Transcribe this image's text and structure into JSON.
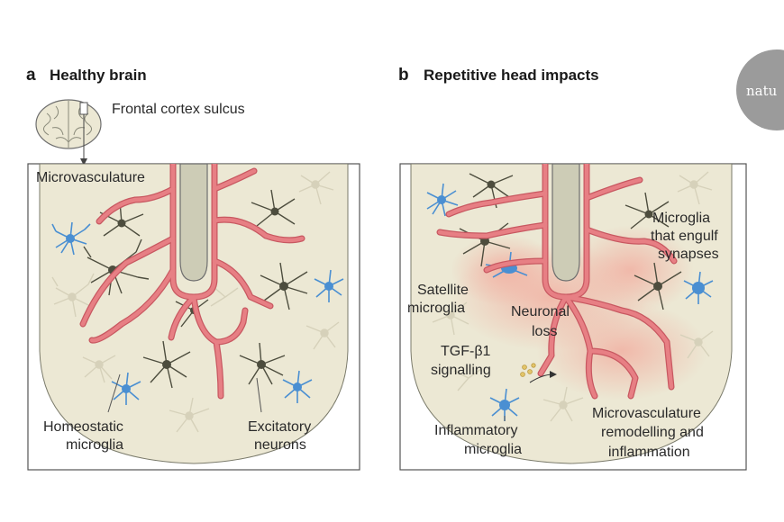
{
  "badge": {
    "text": "natu",
    "color": "#9b9b9b"
  },
  "colors": {
    "tissue": "#ece8d4",
    "tissue_edge": "#6f6f6f",
    "sulcus": "#cdccb6",
    "vessel": "#e77f84",
    "vessel_edge": "#c85861",
    "microglia_blue": "#4a8fd2",
    "neuron_dark": "#4d4d3e",
    "ghost_cell": "#d4cfb8",
    "inflammation": "#f4b3a8"
  },
  "panel_a": {
    "letter": "a",
    "title": "Healthy brain",
    "brain_label": "Frontal cortex sulcus",
    "labels": {
      "microvasculature": "Microvasculature",
      "homeostatic": [
        "Homeostatic",
        "microglia"
      ],
      "excitatory": [
        "Excitatory",
        "neurons"
      ]
    }
  },
  "panel_b": {
    "letter": "b",
    "title": "Repetitive head impacts",
    "labels": {
      "engulf": [
        "Microglia",
        "that engulf",
        "synapses"
      ],
      "satellite": [
        "Satellite",
        "microglia"
      ],
      "neuronal_loss": [
        "Neuronal",
        "loss"
      ],
      "tgf": [
        "TGF-β1",
        "signalling"
      ],
      "inflammatory": [
        "Inflammatory",
        "microglia"
      ],
      "remodelling": [
        "Microvasculature",
        "remodelling and",
        "inflammation"
      ]
    }
  }
}
